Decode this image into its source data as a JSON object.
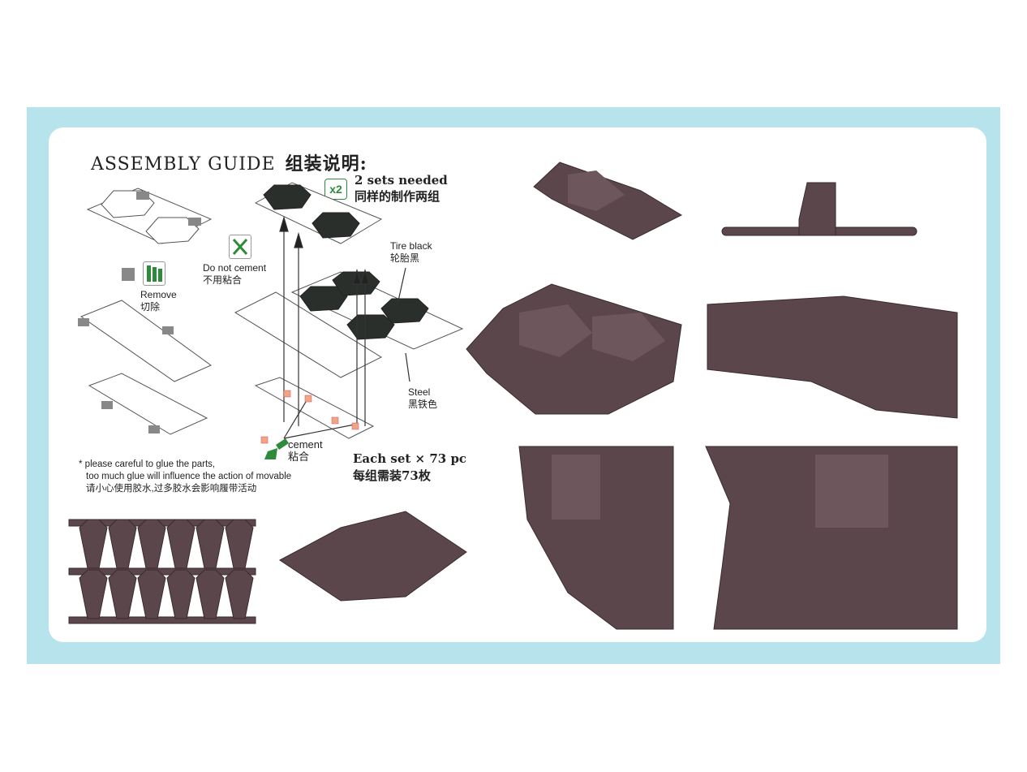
{
  "title": {
    "en": "ASSEMBLY GUIDE",
    "zh": "组装说明:"
  },
  "sets": {
    "badge": "x2",
    "en": "2 sets needed",
    "zh": "同样的制作两组"
  },
  "labels": {
    "remove_en": "Remove",
    "remove_zh": "切除",
    "no_cement_en": "Do not cement",
    "no_cement_zh": "不用粘合",
    "tire_en": "Tire black",
    "tire_zh": "轮胎黑",
    "steel_en": "Steel",
    "steel_zh": "黑铁色",
    "cement_en": "cement",
    "cement_zh": "粘合"
  },
  "each_set": {
    "en": "Each set  × 73 pc",
    "zh": "每组需装73枚"
  },
  "note": {
    "line1": "* please careful to glue the parts,",
    "line2": "too much glue will influence the action of movable",
    "line3": "请小心使用胶水,过多胶水会影响履带活动"
  },
  "colors": {
    "band": "#b7e3ec",
    "plastic": "#5b464b",
    "green": "#2f8a3c",
    "cement": "#f2a48a",
    "tire": "#2b2f2c"
  }
}
